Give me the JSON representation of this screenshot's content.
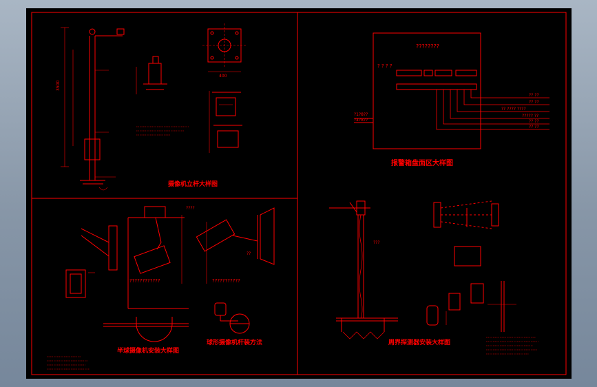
{
  "titles": {
    "pole_detail": "摄像机立杆大样图",
    "alarm_box": "报警箱盘面区大样图",
    "dome_install": "半球摄像机安装大样图",
    "gun_install": "球形摄像机杆装方法",
    "perimeter": "周界探测器安装大样图"
  },
  "labels": {
    "panel_header": "????????",
    "panel_side": "? ? ? ?",
    "wire1": "?? ??",
    "wire2": "?? ??",
    "wire3": "?? ???? ????",
    "wire4": "????? ??",
    "wire5": "?? ??",
    "wire6": "?? ??",
    "box_left1": "?1?8??",
    "box_left2": "?4?8??",
    "dome_note1": "????????????",
    "gun_note1": "???????????",
    "height_label": "3500",
    "dim_label": "400",
    "note_a": "???",
    "note_b": "????",
    "note_c": "??"
  },
  "colors": {
    "line": "#ff0000",
    "background": "#000000",
    "frame_outer": "#8e9bab"
  }
}
